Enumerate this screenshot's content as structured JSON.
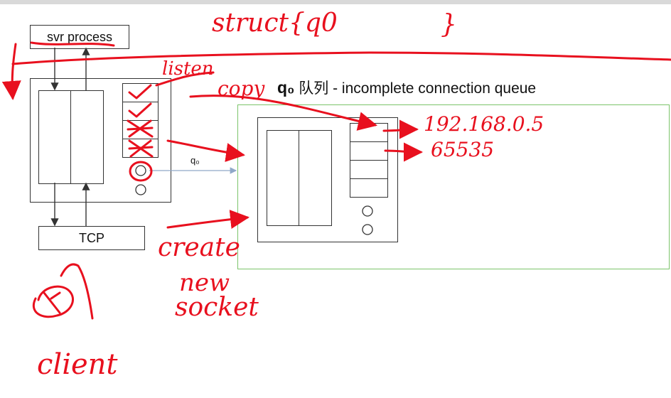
{
  "diagram": {
    "svr_process_label": "svr process",
    "tcp_label": "TCP",
    "q0_label": "q₀",
    "title": {
      "q": "q₀",
      "rest": " 队列 - incomplete connection queue"
    }
  },
  "annotations": {
    "struct": "struct{q0",
    "brace": "}",
    "listen": "listen",
    "copy": "copy",
    "ip": "192.168.0.5",
    "port": "65535",
    "create": "create",
    "new": "new",
    "socket": "socket",
    "client": "client"
  },
  "colors": {
    "ink": "#e8101e",
    "outline": "#333333",
    "panel_border": "#7cc46a"
  }
}
